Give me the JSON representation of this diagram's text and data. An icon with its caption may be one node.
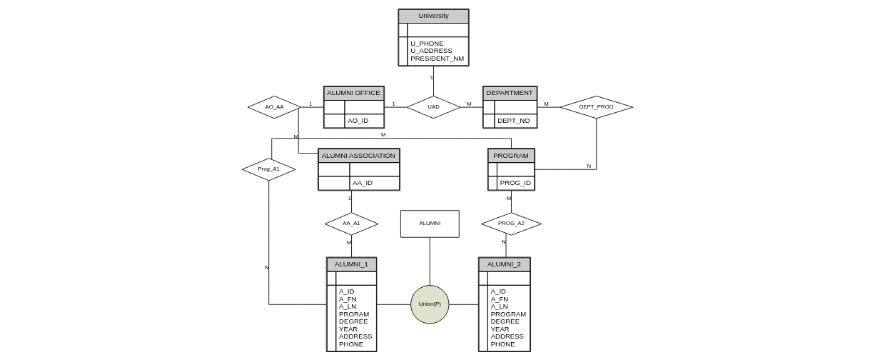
{
  "diagram": {
    "nodes": [
      {
        "text": [
          "University",
          "U_PHONE",
          "U_ADDRESS",
          "PRESIDENT_NM"
        ]
      },
      {
        "text": [
          "ALUMNI OFFICE",
          "AO_ID"
        ]
      },
      {
        "text": [
          "AO_AA"
        ]
      },
      {
        "text": [
          "UAD"
        ]
      },
      {
        "text": [
          "DEPARTMENT",
          "DEPT_NO"
        ]
      },
      {
        "text": [
          "DEPT_PROG"
        ]
      },
      {
        "text": [
          "ALUMNI ASSOCIATION",
          "AA_ID"
        ]
      },
      {
        "text": [
          "Prog_A1"
        ]
      },
      {
        "text": [
          "PROGRAM",
          "PROG_ID"
        ]
      },
      {
        "text": [
          "ALUMNI_1",
          "A_ID",
          "A_FN",
          "A_LN",
          "PRORAM",
          "DEGREE",
          "YEAR",
          "ADDRESS",
          "PHONE"
        ]
      },
      {
        "text": [
          "Union(P)"
        ]
      },
      {
        "text": [
          "ALUMNI_2",
          "A_ID",
          "A_FN",
          "A_LN",
          "PROGRAM",
          "DEGREE",
          "YEAR",
          "ADDRESS",
          "PHONE"
        ]
      },
      {
        "text": [
          "AA_A1"
        ]
      },
      {
        "text": [
          "PROG_A2"
        ]
      },
      {
        "text": [
          "ALUMNI"
        ]
      }
    ],
    "edges": [
      {
        "from": 2,
        "to": 1,
        "arrow": "none",
        "label": "1"
      },
      {
        "from": 2,
        "to": 6,
        "arrow": "none",
        "label": "M"
      },
      {
        "from": 1,
        "to": 3,
        "arrow": "none",
        "label": "1"
      },
      {
        "from": 0,
        "to": 3,
        "arrow": "none",
        "label": "1"
      },
      {
        "from": 3,
        "to": 4,
        "arrow": "none",
        "label": "M"
      },
      {
        "from": 4,
        "to": 5,
        "arrow": "none",
        "label": "M"
      },
      {
        "from": 5,
        "to": 8,
        "arrow": "none",
        "label": "N"
      },
      {
        "from": 7,
        "to": 9,
        "arrow": "none",
        "label": "N"
      },
      {
        "from": 7,
        "to": 8,
        "arrow": "none",
        "label": "M"
      },
      {
        "from": 6,
        "to": 12,
        "arrow": "none",
        "label": "1"
      },
      {
        "from": 12,
        "to": 9,
        "arrow": "none",
        "label": "M"
      },
      {
        "from": 9,
        "to": 10,
        "arrow": "none"
      },
      {
        "from": 10,
        "to": 11,
        "arrow": "none"
      },
      {
        "from": 10,
        "to": 14,
        "arrow": "none"
      },
      {
        "from": 8,
        "to": 13,
        "arrow": "none",
        "label": "M"
      },
      {
        "from": 13,
        "to": 11,
        "arrow": "none",
        "label": "N"
      }
    ]
  }
}
